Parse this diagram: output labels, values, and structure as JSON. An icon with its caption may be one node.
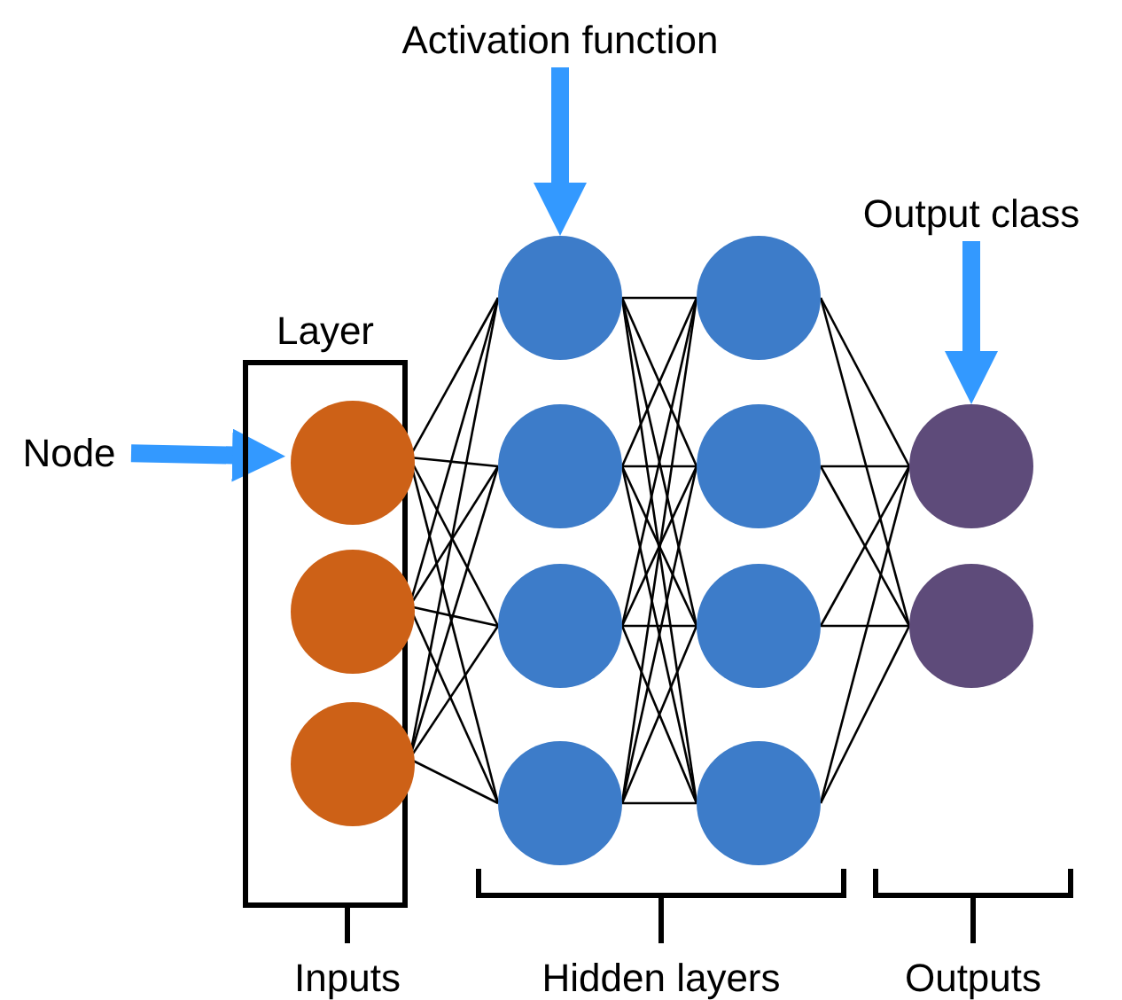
{
  "diagram": {
    "nodes": [
      {
        "text": [
          "Layer"
        ]
      },
      {
        "text": [],
        "shape": "circle",
        "in": 0
      },
      {
        "text": [],
        "shape": "circle",
        "in": 0
      },
      {
        "text": [],
        "shape": "circle",
        "in": 0
      },
      {
        "text": [],
        "shape": "circle"
      },
      {
        "text": [],
        "shape": "circle"
      },
      {
        "text": [],
        "shape": "circle"
      },
      {
        "text": [],
        "shape": "circle"
      },
      {
        "text": [],
        "shape": "circle"
      },
      {
        "text": [],
        "shape": "circle"
      },
      {
        "text": [],
        "shape": "circle"
      },
      {
        "text": [],
        "shape": "circle"
      },
      {
        "text": [],
        "shape": "circle"
      },
      {
        "text": [],
        "shape": "circle"
      },
      {
        "text": [
          "Node"
        ]
      },
      {
        "text": [
          "Activation function"
        ]
      },
      {
        "text": [
          "Output class"
        ]
      }
    ],
    "edges": [
      {
        "from": 14,
        "to": 1,
        "arrow": "to",
        "style": "thick",
        "color": "#3399ff"
      },
      {
        "from": 15,
        "to": 4,
        "arrow": "to",
        "style": "thick",
        "color": "#3399ff"
      },
      {
        "from": 16,
        "to": 12,
        "arrow": "to",
        "style": "thick",
        "color": "#3399ff"
      },
      {
        "from": 1,
        "to": 4,
        "arrow": "none"
      },
      {
        "from": 1,
        "to": 5,
        "arrow": "none"
      },
      {
        "from": 1,
        "to": 6,
        "arrow": "none"
      },
      {
        "from": 1,
        "to": 7,
        "arrow": "none"
      },
      {
        "from": 2,
        "to": 4,
        "arrow": "none"
      },
      {
        "from": 2,
        "to": 5,
        "arrow": "none"
      },
      {
        "from": 2,
        "to": 6,
        "arrow": "none"
      },
      {
        "from": 2,
        "to": 7,
        "arrow": "none"
      },
      {
        "from": 3,
        "to": 4,
        "arrow": "none"
      },
      {
        "from": 3,
        "to": 5,
        "arrow": "none"
      },
      {
        "from": 3,
        "to": 6,
        "arrow": "none"
      },
      {
        "from": 3,
        "to": 7,
        "arrow": "none"
      },
      {
        "from": 4,
        "to": 8,
        "arrow": "none"
      },
      {
        "from": 4,
        "to": 9,
        "arrow": "none"
      },
      {
        "from": 4,
        "to": 10,
        "arrow": "none"
      },
      {
        "from": 4,
        "to": 11,
        "arrow": "none"
      },
      {
        "from": 5,
        "to": 8,
        "arrow": "none"
      },
      {
        "from": 5,
        "to": 9,
        "arrow": "none"
      },
      {
        "from": 5,
        "to": 10,
        "arrow": "none"
      },
      {
        "from": 5,
        "to": 11,
        "arrow": "none"
      },
      {
        "from": 6,
        "to": 8,
        "arrow": "none"
      },
      {
        "from": 6,
        "to": 9,
        "arrow": "none"
      },
      {
        "from": 6,
        "to": 10,
        "arrow": "none"
      },
      {
        "from": 6,
        "to": 11,
        "arrow": "none"
      },
      {
        "from": 7,
        "to": 8,
        "arrow": "none"
      },
      {
        "from": 7,
        "to": 9,
        "arrow": "none"
      },
      {
        "from": 7,
        "to": 10,
        "arrow": "none"
      },
      {
        "from": 7,
        "to": 11,
        "arrow": "none"
      },
      {
        "from": 8,
        "to": 12,
        "arrow": "none"
      },
      {
        "from": 8,
        "to": 13,
        "arrow": "none"
      },
      {
        "from": 9,
        "to": 12,
        "arrow": "none"
      },
      {
        "from": 9,
        "to": 13,
        "arrow": "none"
      },
      {
        "from": 10,
        "to": 12,
        "arrow": "none"
      },
      {
        "from": 10,
        "to": 13,
        "arrow": "none"
      },
      {
        "from": 11,
        "to": 12,
        "arrow": "none"
      },
      {
        "from": 11,
        "to": 13,
        "arrow": "none"
      }
    ],
    "labels": [
      "Inputs",
      "Hidden layers",
      "Outputs"
    ]
  }
}
